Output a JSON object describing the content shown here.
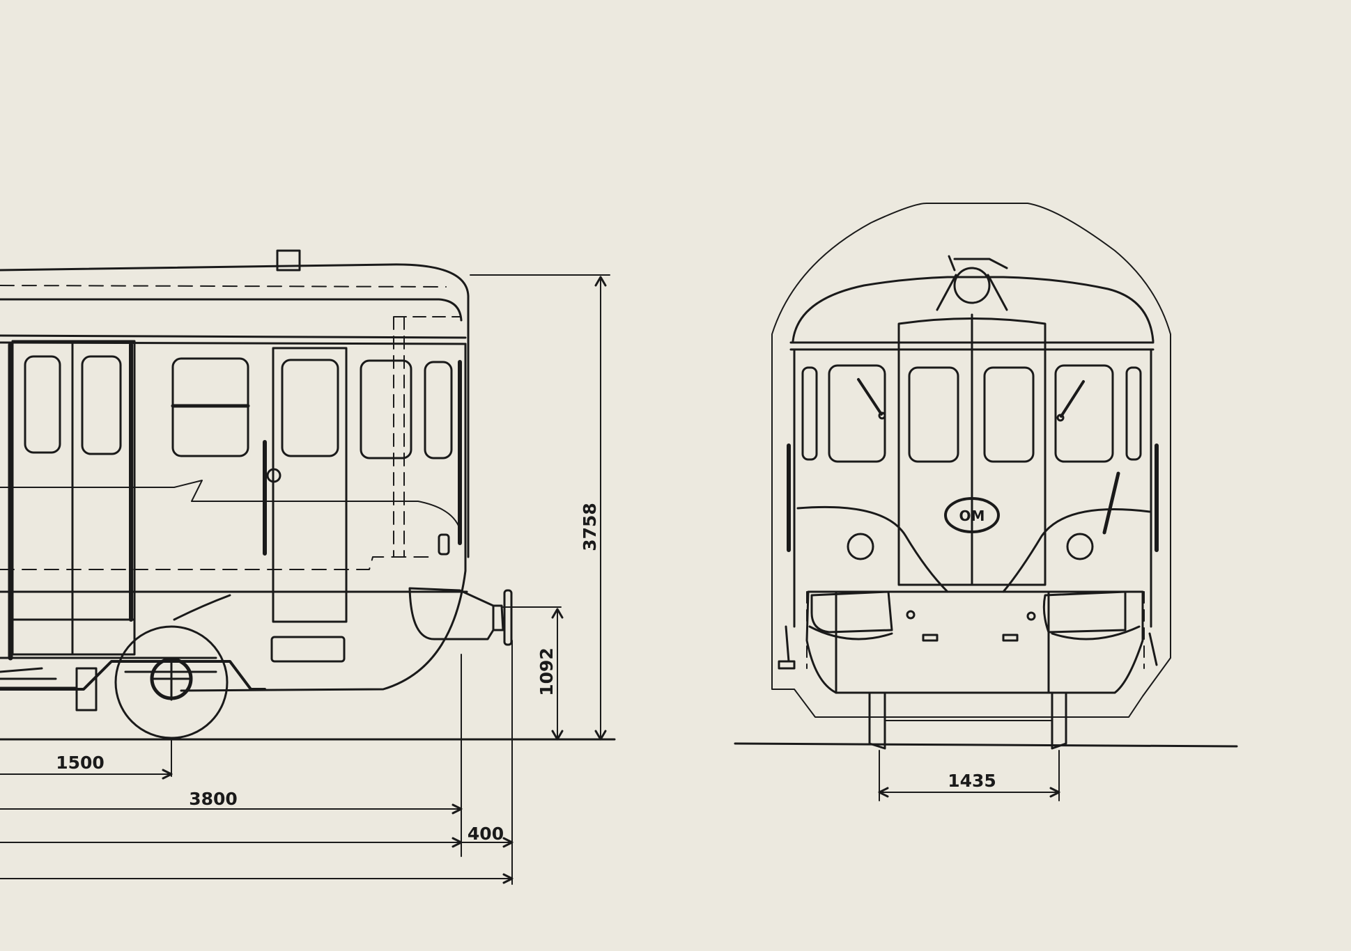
{
  "colors": {
    "paper": "#ece9df",
    "ink": "#1a1a1a"
  },
  "side_view": {
    "dimensions": {
      "height_total": "3758",
      "buffer_height": "1092",
      "bogie_half_wheelbase": "1500",
      "bogie_to_end": "3800",
      "buffer_length": "400"
    }
  },
  "front_view": {
    "dimensions": {
      "track_gauge": "1435"
    },
    "logo": "OM"
  }
}
